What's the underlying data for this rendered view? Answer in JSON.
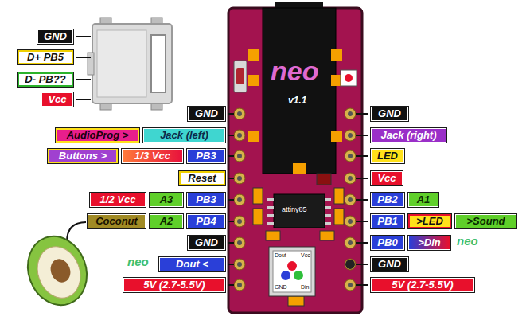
{
  "diagram": {
    "nodes": [
      {
        "text": [
          "GND"
        ]
      },
      {
        "text": [
          "D+ PB5"
        ]
      },
      {
        "text": [
          "D- PB??"
        ]
      },
      {
        "text": [
          "Vcc"
        ]
      },
      {
        "text": [
          "GND"
        ]
      },
      {
        "text": [
          "GND"
        ]
      },
      {
        "text": [
          "AudioProg >"
        ]
      },
      {
        "text": [
          "Jack (left)"
        ]
      },
      {
        "text": [
          "Jack (right)"
        ]
      },
      {
        "text": [
          "Buttons >"
        ]
      },
      {
        "text": [
          "1/3 Vcc"
        ]
      },
      {
        "text": [
          "PB3"
        ]
      },
      {
        "text": [
          "LED"
        ]
      },
      {
        "text": [
          "Reset"
        ]
      },
      {
        "text": [
          "Vcc"
        ]
      },
      {
        "text": [
          "1/2 Vcc"
        ]
      },
      {
        "text": [
          "A3"
        ]
      },
      {
        "text": [
          "PB3"
        ]
      },
      {
        "text": [
          "PB2"
        ]
      },
      {
        "text": [
          "A1"
        ]
      },
      {
        "text": [
          "Coconut"
        ]
      },
      {
        "text": [
          "A2"
        ]
      },
      {
        "text": [
          "PB4"
        ]
      },
      {
        "text": [
          "PB1"
        ]
      },
      {
        "text": [
          ">LED"
        ]
      },
      {
        "text": [
          ">Sound"
        ]
      },
      {
        "text": [
          "GND"
        ]
      },
      {
        "text": [
          "PB0"
        ]
      },
      {
        "text": [
          ">Din"
        ]
      },
      {
        "text": [
          "Dout <"
        ]
      },
      {
        "text": [
          "GND"
        ]
      },
      {
        "text": [
          "5V (2.7-5.5V)"
        ]
      },
      {
        "text": [
          "5V (2.7-5.5V)"
        ]
      }
    ],
    "labels": [
      "neo",
      "v1.1",
      "attiny85",
      "Dout",
      "Vcc",
      "GND",
      "Din",
      "neo",
      "neo"
    ]
  }
}
